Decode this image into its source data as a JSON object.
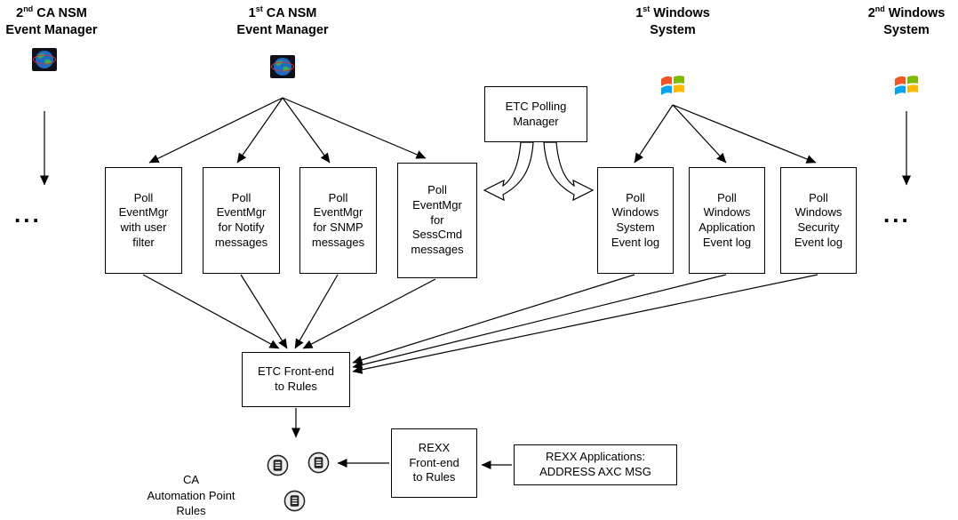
{
  "headers": [
    {
      "num": "2",
      "ord": "nd",
      "rest": " CA NSM",
      "line2": "Event Manager"
    },
    {
      "num": "1",
      "ord": "st",
      "rest": " CA NSM",
      "line2": "Event Manager"
    },
    {
      "num": "1",
      "ord": "st",
      "rest": " Windows",
      "line2": "System"
    },
    {
      "num": "2",
      "ord": "nd",
      "rest": " Windows",
      "line2": "System"
    }
  ],
  "polling_manager": {
    "label": "ETC Polling\nManager"
  },
  "poll_boxes": [
    {
      "label": "Poll\nEventMgr\nwith user\nfilter"
    },
    {
      "label": "Poll\nEventMgr\nfor Notify\nmessages"
    },
    {
      "label": "Poll\nEventMgr\nfor SNMP\nmessages"
    },
    {
      "label": "Poll\nEventMgr\nfor\nSessCmd\nmessages"
    },
    {
      "label": "Poll\nWindows\nSystem\nEvent log"
    },
    {
      "label": "Poll\nWindows\nApplication\nEvent log"
    },
    {
      "label": "Poll\nWindows\nSecurity\nEvent log"
    }
  ],
  "front_end": {
    "label": "ETC Front-end\nto Rules"
  },
  "rexx_front_end": {
    "label": "REXX\nFront-end\nto Rules"
  },
  "rexx_apps": {
    "label": "REXX Applications:\nADDRESS AXC MSG"
  },
  "ap_rules": {
    "label": "CA\nAutomation Point\nRules"
  },
  "ellipsis_left": "...",
  "ellipsis_right": "...",
  "icons": {
    "nsm": "ca-nsm-globe-icon",
    "windows": "windows-logo-icon",
    "rules": "rules-db-icon"
  },
  "colors": {
    "line": "#000000",
    "box_background": "#ffffff",
    "windows_logo": [
      "#f35325",
      "#7fba00",
      "#00a4ef",
      "#ffb900"
    ]
  }
}
